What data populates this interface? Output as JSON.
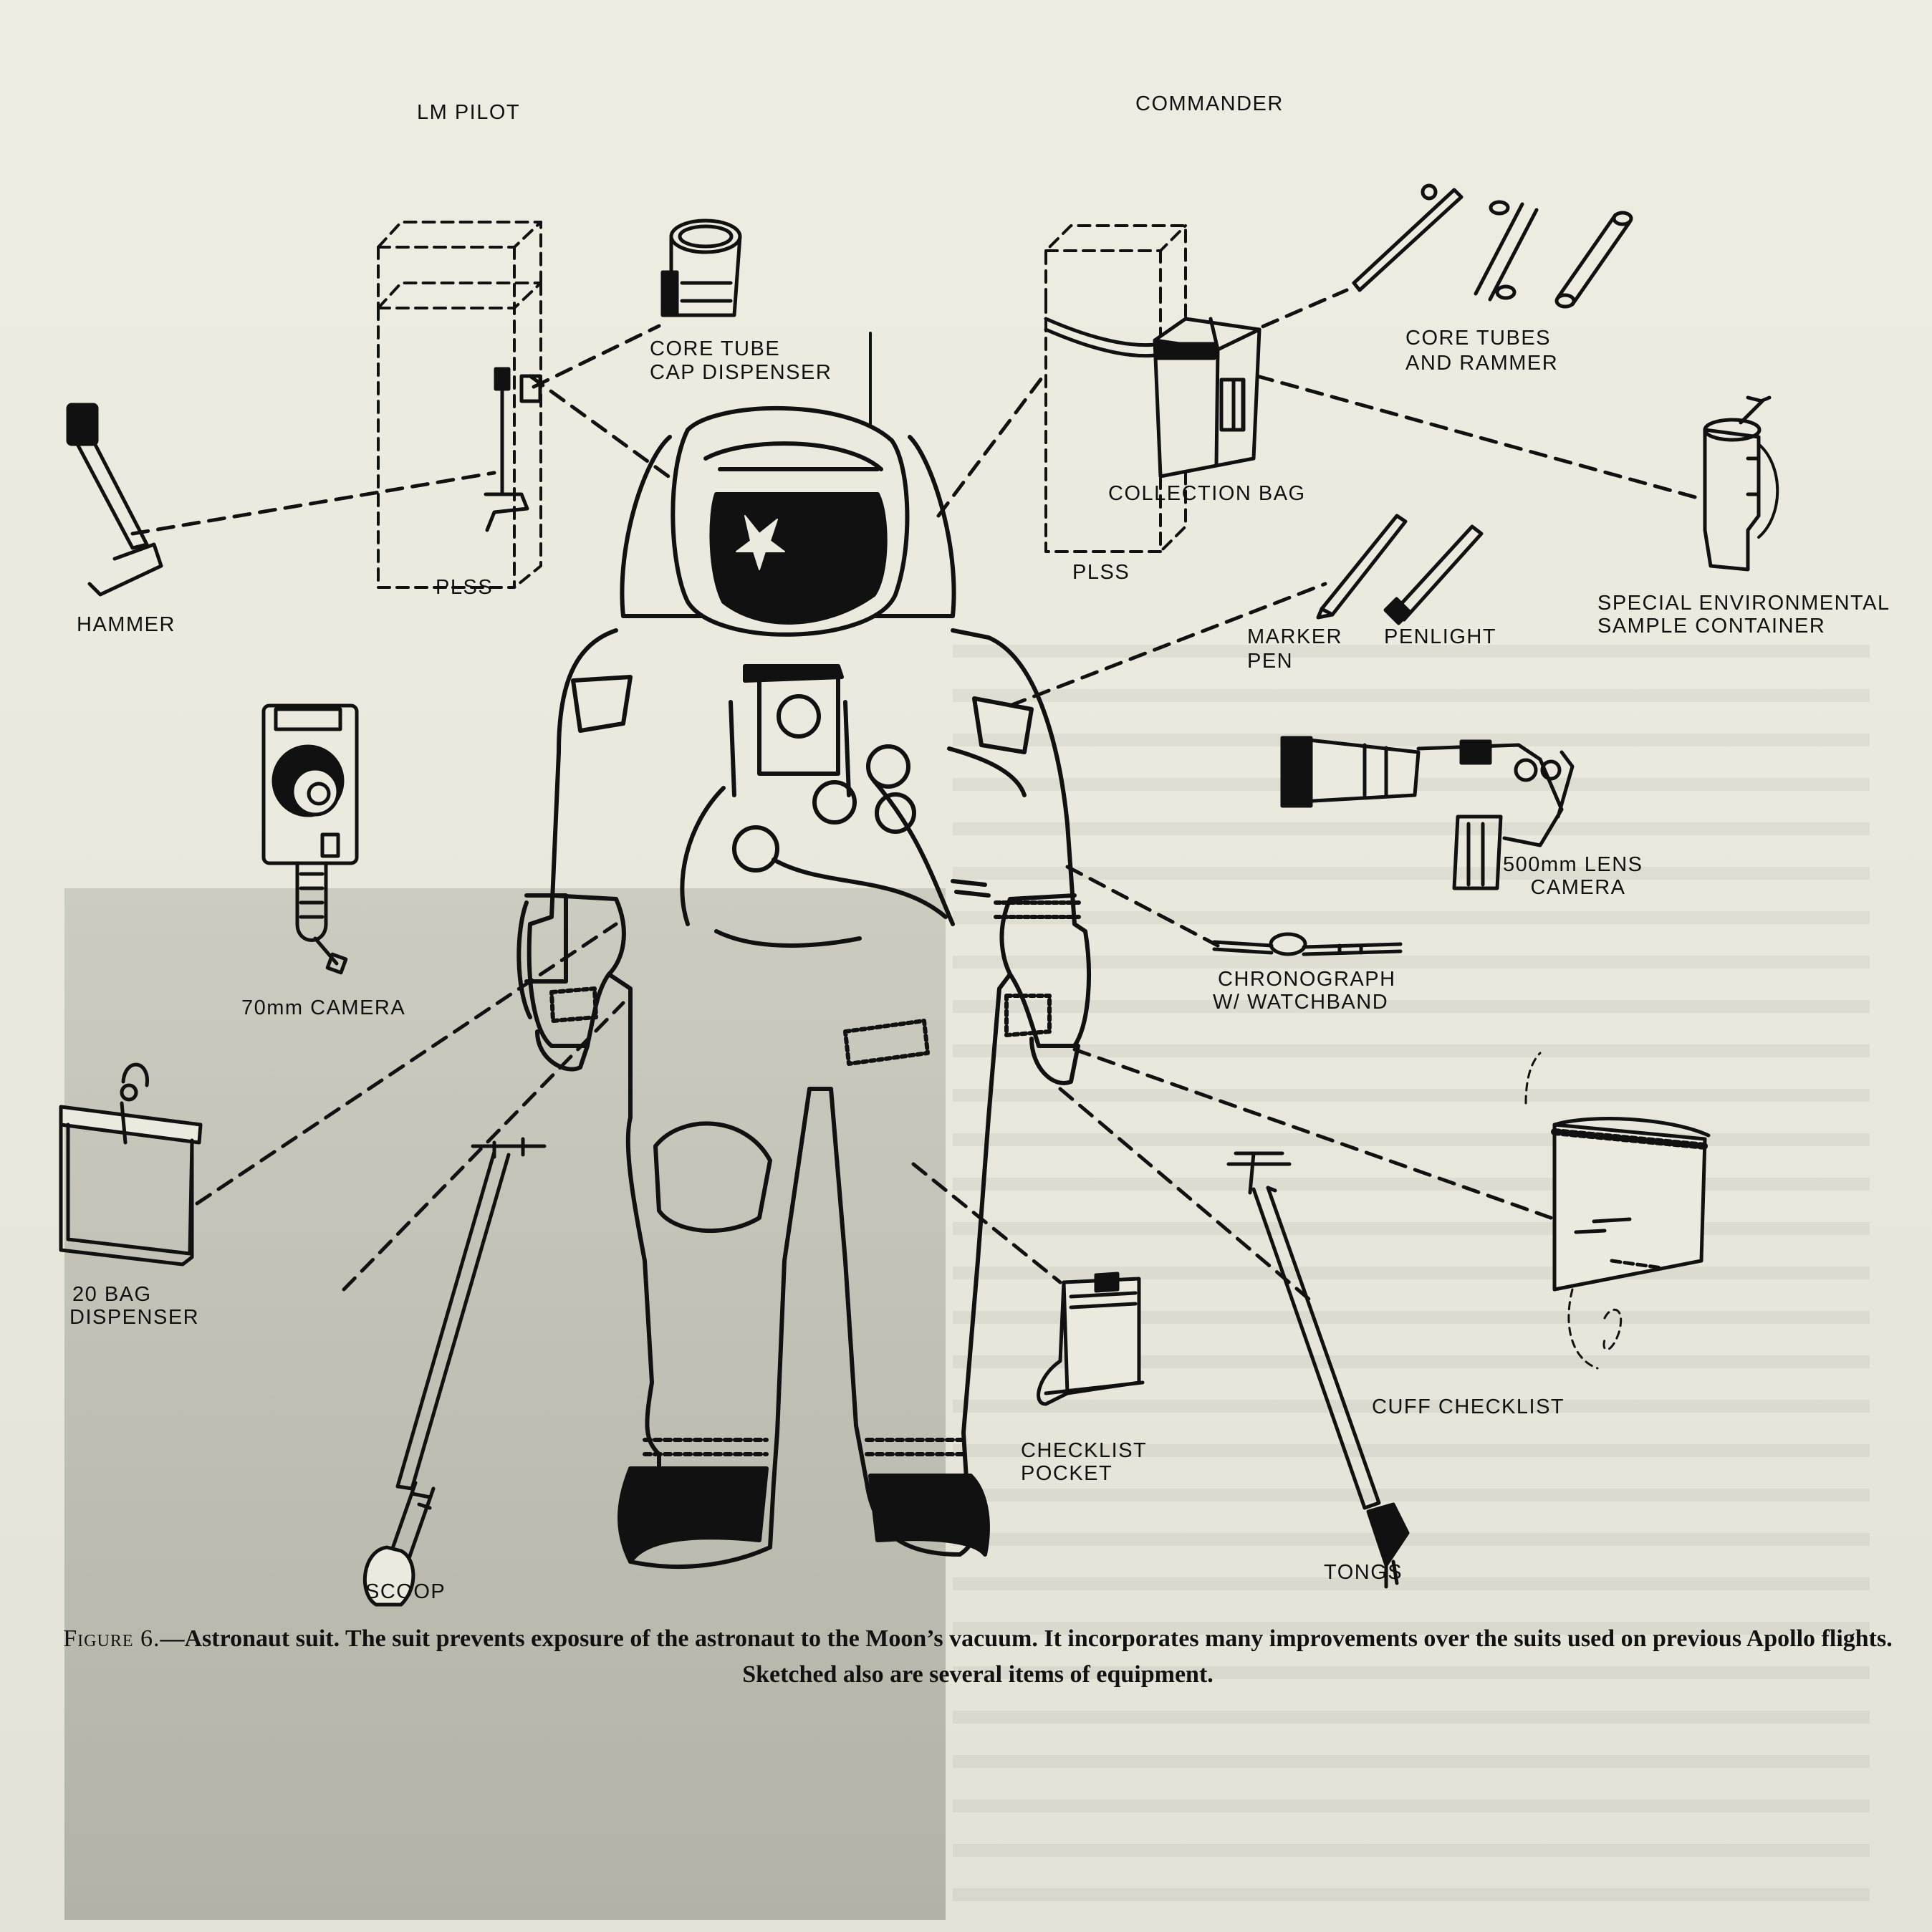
{
  "labels": {
    "lm_pilot": "LM PILOT",
    "commander": "COMMANDER",
    "core_tube_cap_dispenser_1": "CORE TUBE",
    "core_tube_cap_dispenser_2": "CAP DISPENSER",
    "core_tubes_and_rammer_1": "CORE TUBES",
    "core_tubes_and_rammer_2": "AND RAMMER",
    "collection_bag": "COLLECTION BAG",
    "plss_left": "PLSS",
    "plss_right": "PLSS",
    "hammer": "HAMMER",
    "special_env_container_1": "SPECIAL ENVIRONMENTAL",
    "special_env_container_2": "SAMPLE CONTAINER",
    "marker_pen_1": "MARKER",
    "marker_pen_2": "PEN",
    "penlight": "PENLIGHT",
    "camera_70mm": "70mm CAMERA",
    "lens_camera_1": "500mm LENS",
    "lens_camera_2": "CAMERA",
    "chronograph_1": "CHRONOGRAPH",
    "chronograph_2": "W/ WATCHBAND",
    "bag_dispenser_1": "20 BAG",
    "bag_dispenser_2": "DISPENSER",
    "cuff_checklist": "CUFF CHECKLIST",
    "checklist_pocket_1": "CHECKLIST",
    "checklist_pocket_2": "POCKET",
    "scoop": "SCOOP",
    "tongs": "TONGS"
  },
  "caption": {
    "figure_label": "Figure 6.",
    "bold_text": "—Astronaut suit.",
    "body_text": " The suit prevents exposure of the astronaut to the Moon’s vacuum. It incorporates many improvements over the suits used on previous Apollo flights. Sketched also are several items of equipment."
  },
  "icons": [
    "astronaut-suit-icon",
    "plss-backpack-icon",
    "hammer-icon",
    "camera-icon",
    "lens-camera-icon",
    "scoop-icon",
    "tongs-icon",
    "chronograph-icon",
    "bag-dispenser-icon",
    "core-tube-icon",
    "collection-bag-icon",
    "container-icon",
    "pen-icon",
    "penlight-icon",
    "checklist-icon"
  ],
  "colors": {
    "paper": "#eceade",
    "ink": "#111111"
  }
}
